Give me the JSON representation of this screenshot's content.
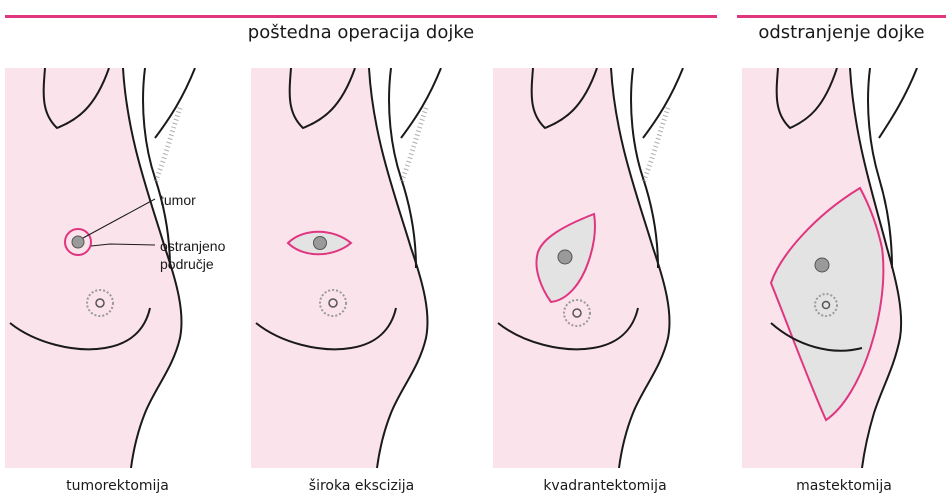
{
  "headers": {
    "conserving": "poštedna operacija dojke",
    "removal": "odstranjenje dojke"
  },
  "labels": {
    "tumor": "tumor",
    "removed_line1": "ostranjeno",
    "removed_line2": "područje"
  },
  "panels": [
    {
      "caption": "tumorektomija"
    },
    {
      "caption": "široka ekscizija"
    },
    {
      "caption": "kvadrantektomija"
    },
    {
      "caption": "mastektomija"
    }
  ],
  "colors": {
    "accent": "#e0357f",
    "skin": "#fbe3ec",
    "removed_area": "#e3e3e3",
    "tumor": "#9a9a9a",
    "outline": "#1a1a1a"
  }
}
